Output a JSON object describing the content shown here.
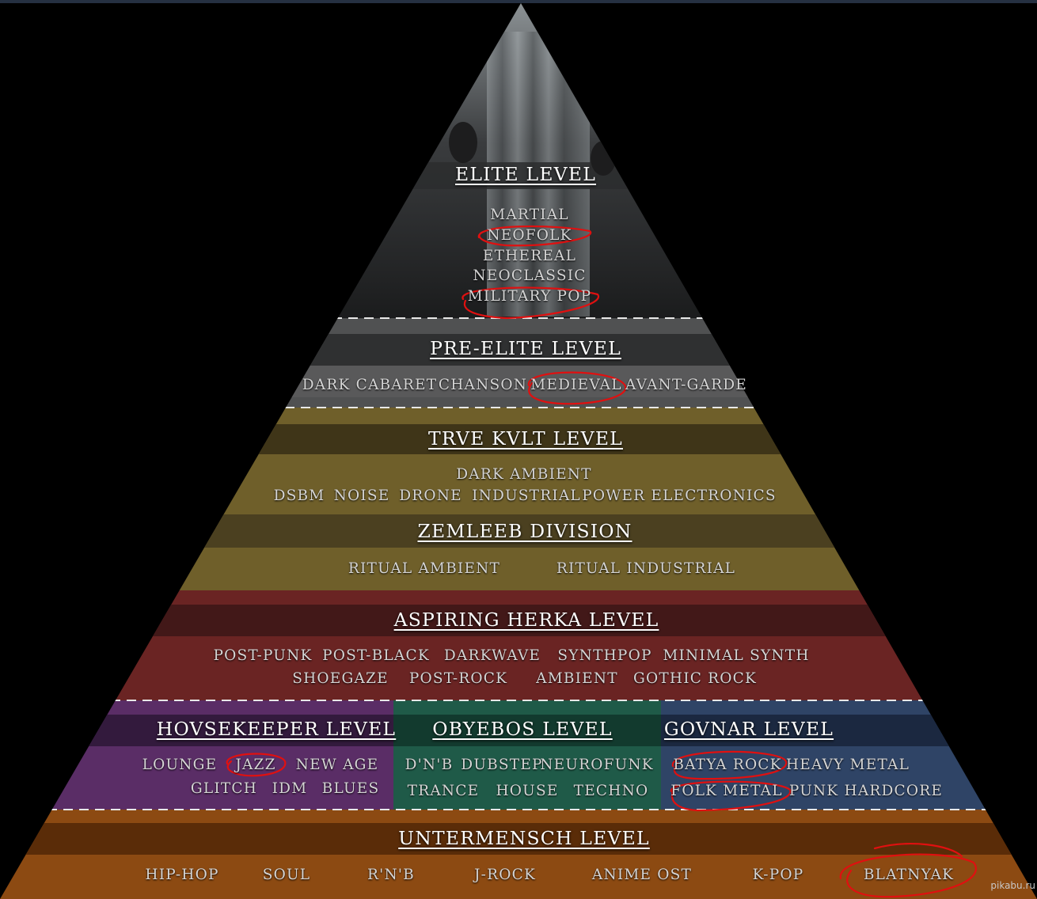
{
  "levels": {
    "elite": {
      "title": "ELITE LEVEL",
      "genres": [
        "MARTIAL",
        "NEOFOLK",
        "ETHEREAL",
        "NEOCLASSIC",
        "MILITARY POP"
      ]
    },
    "pre_elite": {
      "title": "PRE-ELITE LEVEL",
      "genres": [
        "DARK CABARET",
        "CHANSON",
        "MEDIEVAL",
        "AVANT-GARDE"
      ]
    },
    "trve_kvlt": {
      "title": "TRVE KVLT LEVEL",
      "genres": [
        "DARK AMBIENT",
        "DSBM",
        "NOISE",
        "DRONE",
        "INDUSTRIAL",
        "POWER ELECTRONICS"
      ]
    },
    "zemleeb": {
      "title": "ZEMLEEB DIVISION",
      "genres": [
        "RITUAL AMBIENT",
        "RITUAL INDUSTRIAL"
      ]
    },
    "aspiring_herka": {
      "title": "ASPIRING HERKA LEVEL",
      "genres": [
        "POST-PUNK",
        "POST-BLACK",
        "DARKWAVE",
        "SYNTHPOP",
        "MINIMAL SYNTH",
        "SHOEGAZE",
        "POST-ROCK",
        "AMBIENT",
        "GOTHIC ROCK"
      ]
    },
    "hovsekeeper": {
      "title": "HOVSEKEEPER LEVEL",
      "genres": [
        "LOUNGE",
        "JAZZ",
        "NEW AGE",
        "GLITCH",
        "IDM",
        "BLUES"
      ]
    },
    "obyebos": {
      "title": "OBYEBOS LEVEL",
      "genres": [
        "D'N'B",
        "DUBSTEP",
        "NEUROFUNK",
        "TRANCE",
        "HOUSE",
        "TECHNO"
      ]
    },
    "govnar": {
      "title": "GOVNAR LEVEL",
      "genres": [
        "BATYA ROCK",
        "HEAVY METAL",
        "FOLK METAL",
        "PUNK HARDCORE"
      ]
    },
    "untermensch": {
      "title": "UNTERMENSCH LEVEL",
      "genres": [
        "HIP-HOP",
        "SOUL",
        "R'N'B",
        "J-ROCK",
        "ANIME OST",
        "K-POP",
        "BLATNYAK"
      ]
    }
  },
  "circled": [
    "NEOFOLK",
    "MILITARY POP",
    "MEDIEVAL",
    "JAZZ",
    "BATYA ROCK",
    "FOLK METAL",
    "BLATNYAK"
  ],
  "watermark": "pikabu.ru",
  "colors": {
    "background": "#000000",
    "elite": "#2a2b2c",
    "pre_elite": "#4a4a4b",
    "trve_kvlt": "#6a5a26",
    "aspiring_herka": "#6e2524",
    "hovsekeeper": "#5a2d66",
    "obyebos": "#1f5a48",
    "govnar": "#2f4466",
    "untermensch": "#8c4a12",
    "annotation": "#e01010"
  }
}
